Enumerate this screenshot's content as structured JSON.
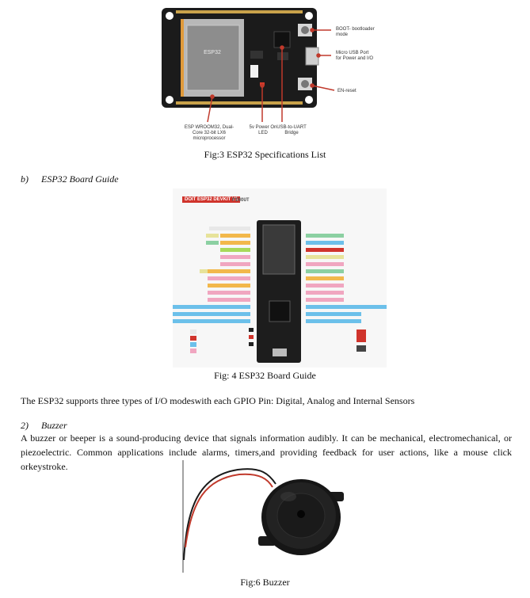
{
  "fig3": {
    "caption": "Fig:3 ESP32 Specifications List",
    "callouts": {
      "boot": "BOOT- bootloader mode",
      "usb": "Micro USB Port for Power and I/O",
      "en": "EN-reset",
      "module": "ESP WROOM32, Dual-Core 32-bit LX6 microprocessor",
      "led": "5v Power On LED",
      "bridge": "USB-to-UART Bridge"
    }
  },
  "section_b": {
    "label": "b)",
    "title": "ESP32 Board Guide"
  },
  "fig4": {
    "header_red": "DOIT ESP32 DEVKIT V1",
    "header_gray": "PINOUT",
    "caption": "Fig: 4 ESP32 Board Guide"
  },
  "io_sentence": "The ESP32 supports three types of I/O modeswith each GPIO Pin: Digital, Analog and Internal Sensors",
  "section_2": {
    "label": "2)",
    "title": "Buzzer",
    "paragraph": "A buzzer or beeper is a sound-producing device that signals information audibly. It can be mechanical, electromechanical, or piezoelectric. Common applications include alarms, timers,and providing feedback for user actions, like a mouse click orkeystroke."
  },
  "fig6": {
    "caption": "Fig:6 Buzzer"
  }
}
